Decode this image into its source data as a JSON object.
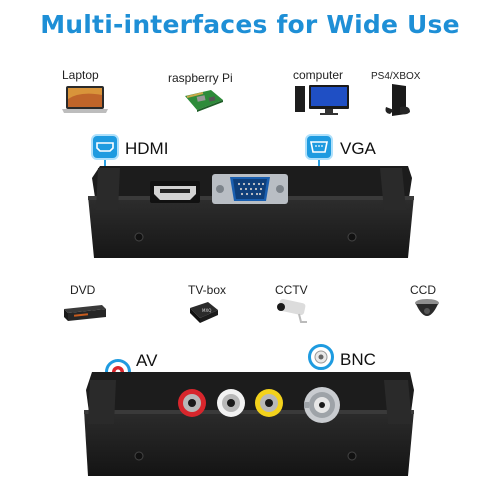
{
  "header": {
    "title": "Multi-interfaces for Wide Use"
  },
  "top_section": {
    "devices": [
      {
        "label": "Laptop",
        "icon": "laptop-icon"
      },
      {
        "label": "raspberry Pi",
        "icon": "raspberry-pi-board-icon"
      },
      {
        "label": "computer",
        "icon": "desktop-computer-icon"
      },
      {
        "label": "PS4/XBOX",
        "icon": "game-console-icon"
      }
    ],
    "ports": [
      {
        "label": "HDMI",
        "icon": "hdmi-port-icon"
      },
      {
        "label": "VGA",
        "icon": "vga-port-icon"
      }
    ]
  },
  "bottom_section": {
    "devices": [
      {
        "label": "DVD",
        "icon": "dvd-player-icon"
      },
      {
        "label": "TV-box",
        "icon": "tv-box-icon"
      },
      {
        "label": "CCTV",
        "icon": "cctv-camera-icon"
      },
      {
        "label": "CCD",
        "icon": "dome-camera-icon"
      }
    ],
    "ports": [
      {
        "label": "AV",
        "icon": "av-rca-port-icon"
      },
      {
        "label": "BNC",
        "icon": "bnc-port-icon"
      }
    ]
  },
  "colors": {
    "accent": "#1e8fd6",
    "rca_red": "#d8262c",
    "rca_white": "#f2f2f2",
    "rca_yellow": "#f3d21c",
    "device_body": "#232323"
  }
}
